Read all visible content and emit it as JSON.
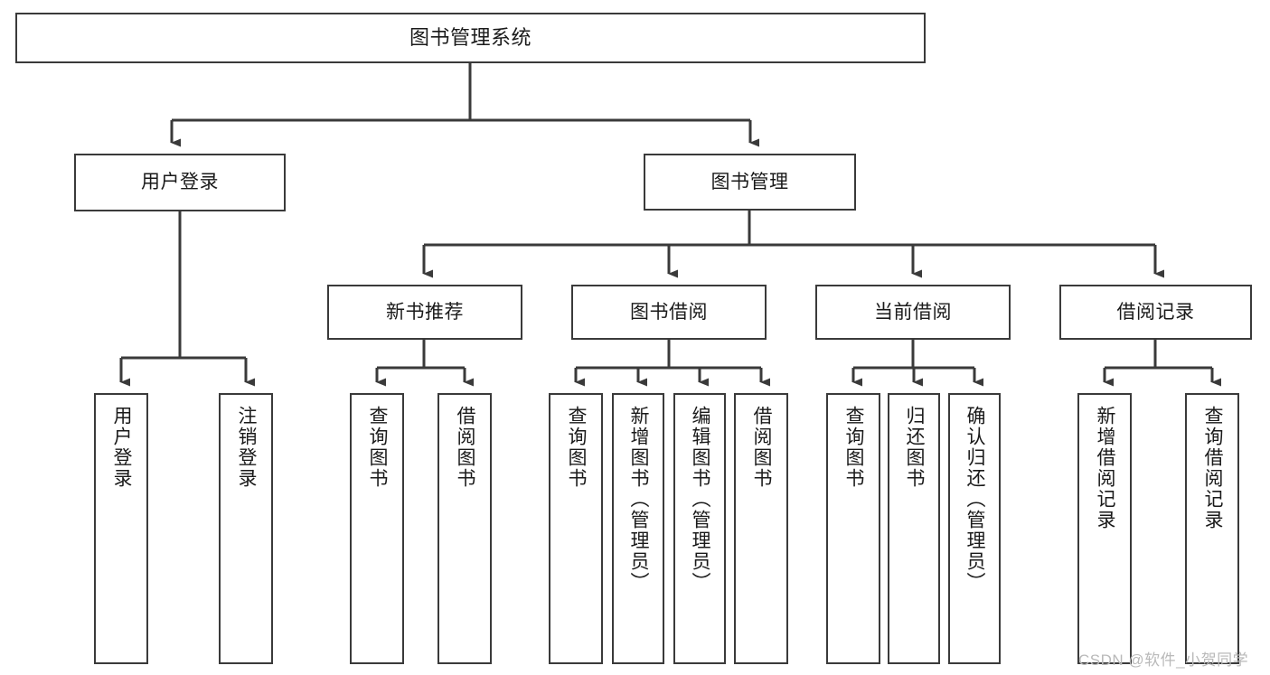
{
  "diagram": {
    "type": "tree-hierarchy",
    "title": "图书管理系统",
    "orientation": "top-down",
    "nodes": {
      "root": {
        "label": "图书管理系统"
      },
      "level2": [
        {
          "id": "user-login",
          "label": "用户登录"
        },
        {
          "id": "book-manage",
          "label": "图书管理"
        }
      ],
      "level3": [
        {
          "id": "new-book-recommend",
          "label": "新书推荐"
        },
        {
          "id": "book-borrow",
          "label": "图书借阅"
        },
        {
          "id": "current-borrow",
          "label": "当前借阅"
        },
        {
          "id": "borrow-record",
          "label": "借阅记录"
        }
      ],
      "leaves": {
        "user-login": [
          {
            "id": "leaf-user-login",
            "label": "用户登录"
          },
          {
            "id": "leaf-logout-login",
            "label": "注销登录"
          }
        ],
        "new-book-recommend": [
          {
            "id": "leaf-query-book-1",
            "label": "查询图书"
          },
          {
            "id": "leaf-borrow-book-1",
            "label": "借阅图书"
          }
        ],
        "book-borrow": [
          {
            "id": "leaf-query-book-2",
            "label": "查询图书"
          },
          {
            "id": "leaf-add-book",
            "label": "新增图书（管理员）"
          },
          {
            "id": "leaf-edit-book",
            "label": "编辑图书（管理员）"
          },
          {
            "id": "leaf-borrow-book-2",
            "label": "借阅图书"
          }
        ],
        "current-borrow": [
          {
            "id": "leaf-query-book-3",
            "label": "查询图书"
          },
          {
            "id": "leaf-return-book",
            "label": "归还图书"
          },
          {
            "id": "leaf-confirm-return",
            "label": "确认归还（管理员）"
          }
        ],
        "borrow-record": [
          {
            "id": "leaf-add-record",
            "label": "新增借阅记录"
          },
          {
            "id": "leaf-query-record",
            "label": "查询借阅记录"
          }
        ]
      }
    },
    "colors": {
      "stroke": "#3a3a3a",
      "fill": "#ffffff",
      "text": "#1a1a1a",
      "watermark": "#b9b9b9"
    }
  },
  "watermark": {
    "text": "CSDN @软件_小贺同学"
  }
}
